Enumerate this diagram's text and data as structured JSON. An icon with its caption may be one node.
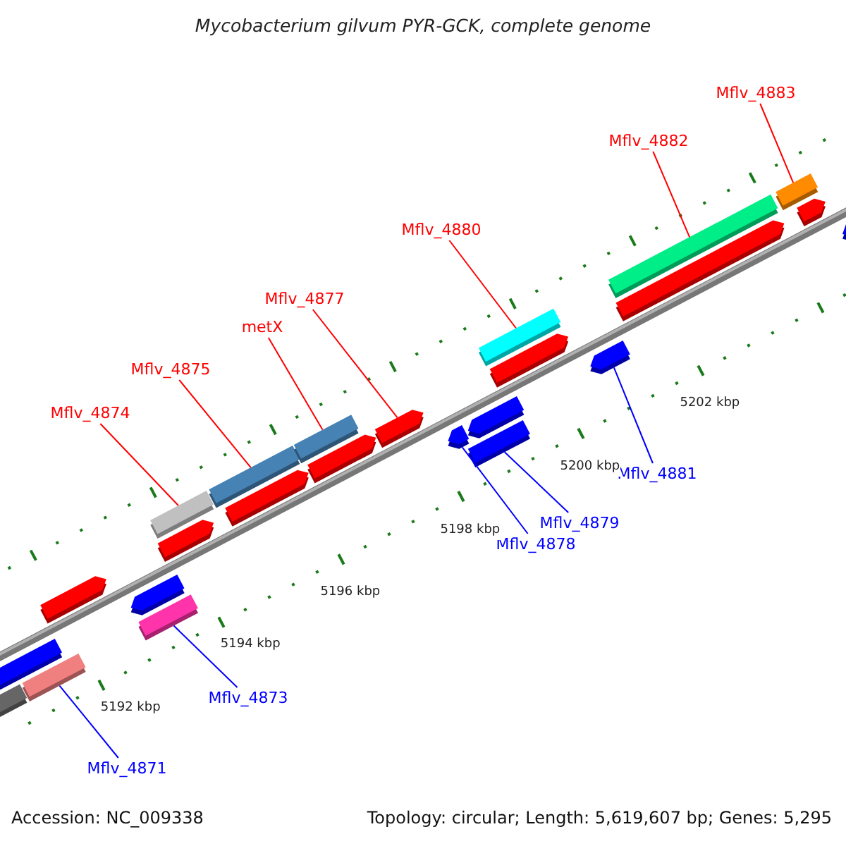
{
  "diagram": {
    "title": "Mycobacterium gilvum PYR-GCK, complete genome",
    "nodes": [
      {
        "text": [
          "Mflv_4883"
        ]
      },
      {
        "text": [
          "Mflv_4882"
        ]
      },
      {
        "text": [
          "Mflv_4880"
        ]
      },
      {
        "text": [
          "Mflv_4877"
        ]
      },
      {
        "text": [
          "metX"
        ]
      },
      {
        "text": [
          "Mflv_4875"
        ]
      },
      {
        "text": [
          "Mflv_4874"
        ]
      },
      {
        "text": [
          "Mflv_4881"
        ]
      },
      {
        "text": [
          "Mflv_4879"
        ]
      },
      {
        "text": [
          "Mflv_4878"
        ]
      },
      {
        "text": [
          "Mflv_4873"
        ]
      },
      {
        "text": [
          "Mflv_4871"
        ]
      },
      {
        "text": [],
        "shape": "bar"
      },
      {
        "text": [],
        "shape": "arrow"
      },
      {
        "text": [],
        "shape": "bar"
      },
      {
        "text": [],
        "shape": "arrow"
      },
      {
        "text": [],
        "shape": "arrow"
      },
      {
        "text": [],
        "shape": "bar"
      },
      {
        "text": [],
        "shape": "arrow"
      },
      {
        "text": [],
        "shape": "bar"
      },
      {
        "text": [],
        "shape": "bar"
      },
      {
        "text": [],
        "shape": "arrow"
      },
      {
        "text": [],
        "shape": "bar"
      },
      {
        "text": [],
        "shape": "arrow"
      },
      {
        "text": [],
        "shape": "arrow"
      },
      {
        "text": [],
        "shape": "arrow"
      },
      {
        "text": [],
        "shape": "bar"
      },
      {
        "text": [],
        "shape": "arrow"
      },
      {
        "text": [],
        "shape": "arrow"
      },
      {
        "text": [],
        "shape": "bar"
      },
      {
        "text": [],
        "shape": "arrow"
      },
      {
        "text": [],
        "shape": "arrow"
      },
      {
        "text": [],
        "shape": "bar"
      },
      {
        "text": [],
        "shape": "bar"
      },
      {
        "text": [],
        "shape": "arrow"
      },
      {
        "text": [],
        "shape": "arrow"
      }
    ],
    "edges": [
      {
        "from": 0,
        "to": 33,
        "arrow": "none"
      },
      {
        "from": 1,
        "to": 32,
        "arrow": "none"
      },
      {
        "from": 2,
        "to": 29,
        "arrow": "none"
      },
      {
        "from": 3,
        "to": 24,
        "arrow": "none"
      },
      {
        "from": 4,
        "to": 22,
        "arrow": "none"
      },
      {
        "from": 5,
        "to": 20,
        "arrow": "none"
      },
      {
        "from": 6,
        "to": 19,
        "arrow": "none"
      },
      {
        "from": 7,
        "to": 30,
        "arrow": "none",
        "color": "#0000ff"
      },
      {
        "from": 8,
        "to": 26,
        "arrow": "none",
        "color": "#0000ff"
      },
      {
        "from": 9,
        "to": 25,
        "arrow": "none",
        "color": "#0000ff"
      },
      {
        "from": 10,
        "to": 17,
        "arrow": "none",
        "color": "#0000ff"
      },
      {
        "from": 11,
        "to": 14,
        "arrow": "none",
        "color": "#0000ff"
      }
    ],
    "labels": [
      "5202 kbp",
      "5200 kbp",
      "5198 kbp",
      "5196 kbp",
      "5194 kbp",
      "5192 kbp",
      "Accession: NC_009338",
      "Topology: circular; Length: 5,619,607 bp; Genes: 5,295"
    ]
  }
}
